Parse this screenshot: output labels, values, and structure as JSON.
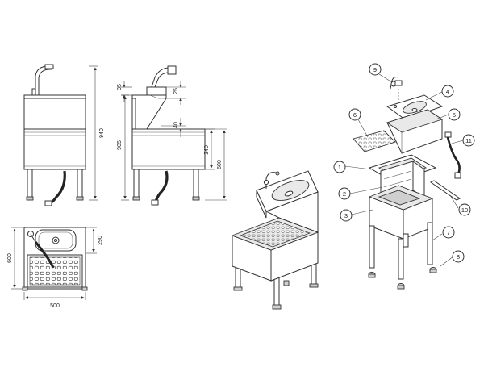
{
  "dimensions": {
    "top_gap_a": "35",
    "top_gap_b": "25",
    "spout_gap": "40",
    "total_height": "940",
    "bowl_height": "905",
    "counter_height": "600",
    "pedestal_depth": "340",
    "plan_depth": "600",
    "bowl_depth": "290",
    "plan_width": "500"
  },
  "callouts": [
    "1",
    "2",
    "3",
    "4",
    "5",
    "6",
    "7",
    "8",
    "9",
    "10",
    "11"
  ]
}
